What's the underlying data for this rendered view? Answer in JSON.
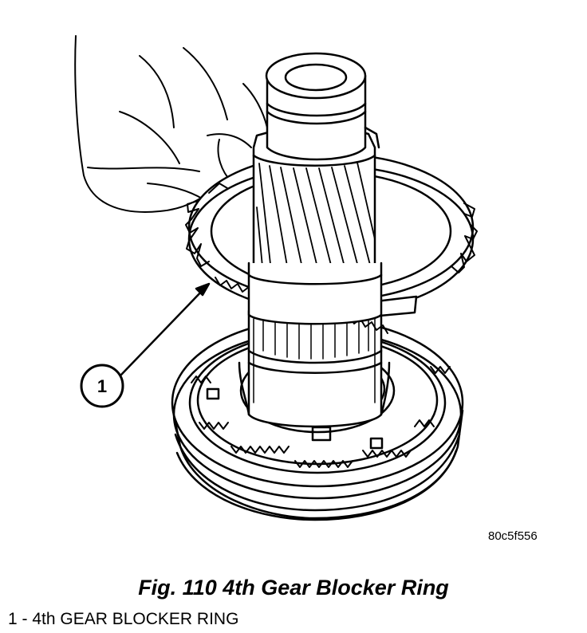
{
  "callout": {
    "number": "1"
  },
  "image_id": "80c5f556",
  "caption": "Fig. 110 4th Gear Blocker Ring",
  "legend": [
    {
      "number": "1",
      "separator": " - ",
      "text": "4th GEAR BLOCKER RING"
    }
  ],
  "colors": {
    "line": "#000000",
    "background": "#ffffff"
  }
}
